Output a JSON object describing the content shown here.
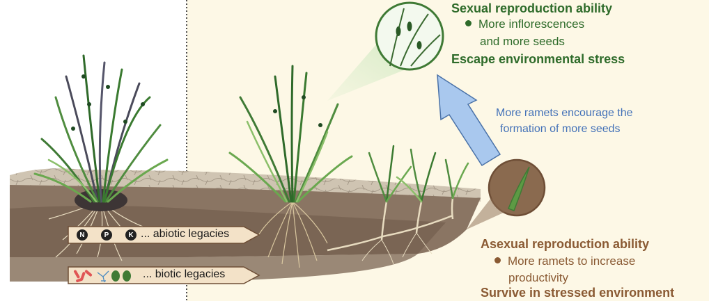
{
  "sexual": {
    "title": "Sexual reproduction ability",
    "bullet_line1": "More inflorescences",
    "bullet_line2": "and more seeds",
    "outcome": "Escape environmental stress"
  },
  "arrow_note": {
    "line1": "More ramets encourage the",
    "line2": "formation of more seeds"
  },
  "asexual": {
    "title": "Asexual reproduction ability",
    "bullet_line1": "More ramets to increase",
    "bullet_line2": "productivity",
    "outcome": "Survive in stressed environment"
  },
  "legacies": {
    "nutrient_letters": [
      "N",
      "P",
      "K"
    ],
    "abiotic_label": "... abiotic legacies",
    "biotic_label": "... biotic legacies"
  },
  "colors": {
    "sexual_text": "#2e6b2a",
    "asexual_text": "#8a5a33",
    "arrow_fill": "#a9c8ee",
    "arrow_text": "#4472b8",
    "right_panel_bg": "#fdf8e6",
    "soil": "#8a7563"
  }
}
